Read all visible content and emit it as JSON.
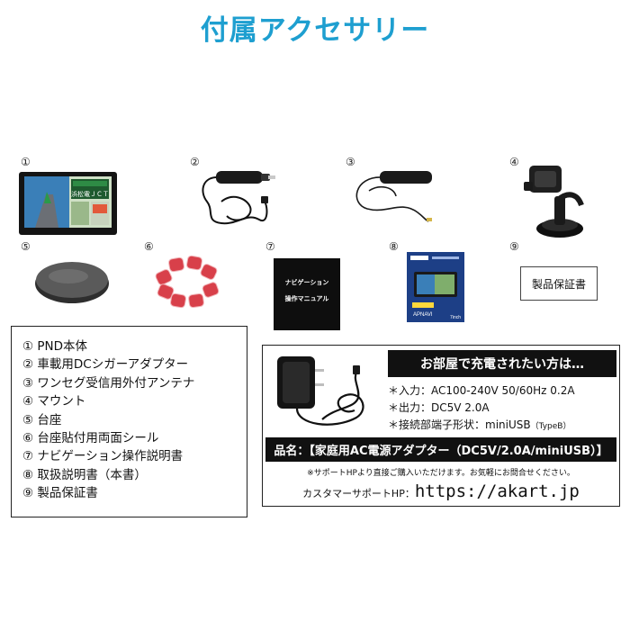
{
  "title": "付属アクセサリー",
  "numbers": [
    "①",
    "②",
    "③",
    "④",
    "⑤",
    "⑥",
    "⑦",
    "⑧",
    "⑨"
  ],
  "navi_screen": {
    "sign": "浜松電ＪＣＴ"
  },
  "manual": {
    "line1": "ナビゲーション",
    "line2": "操作マニュアル"
  },
  "guide_book": {
    "label": "APNAVI",
    "badge": "7inch"
  },
  "warranty_label": "製品保証書",
  "accessory_list": [
    "① PND本体",
    "② 車載用DCシガーアダプター",
    "③ ワンセグ受信用外付アンテナ",
    "④ マウント",
    "⑤ 台座",
    "⑥ 台座貼付用両面シール",
    "⑦ ナビゲーション操作説明書",
    "⑧ 取扱説明書（本書）",
    "⑨ 製品保証書"
  ],
  "charger": {
    "heading": "お部屋で充電されたい方は…",
    "input": "＊入力：AC100-240V 50/60Hz 0.2A",
    "output": "＊出力：DC5V 2.0A",
    "connector_prefix": "＊接続部端子形状：miniUSB",
    "connector_type": "（TypeB）",
    "product_name": "品名：【家庭用AC電源アダプター（DC5V/2.0A/miniUSB）】",
    "notice": "※サポートHPより直接ご購入いただけます。お気軽にお問合せください。",
    "support_label": "カスタマーサポートHP：",
    "support_url": "https://akart.jp"
  },
  "colors": {
    "title": "#1e9fd0",
    "dark": "#111111",
    "seal_red": "#d8404a"
  }
}
